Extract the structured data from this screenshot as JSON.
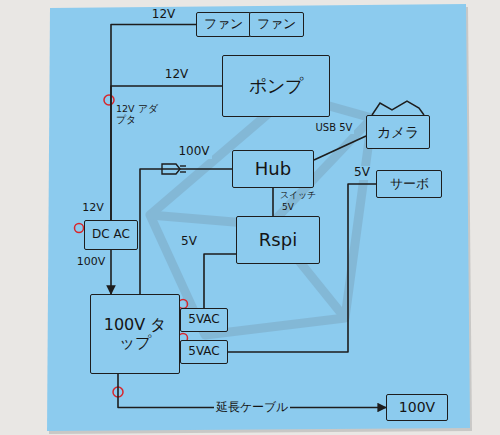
{
  "diagram": {
    "nodes": [
      {
        "text": [
          "ファン"
        ]
      },
      {
        "text": [
          "ファン"
        ]
      },
      {
        "text": [
          "ポンプ"
        ]
      },
      {
        "text": [
          "Hub"
        ]
      },
      {
        "text": [
          "カメラ"
        ]
      },
      {
        "text": [
          "サーボ"
        ]
      },
      {
        "text": [
          "Rspi"
        ]
      },
      {
        "text": [
          "DC AC"
        ]
      },
      {
        "text": [
          "100V タップ"
        ]
      },
      {
        "text": [
          "5VAC"
        ]
      },
      {
        "text": [
          "5VAC"
        ]
      },
      {
        "text": [
          "100V"
        ]
      }
    ],
    "edges": [
      {
        "from": 7,
        "to": 0,
        "arrow": "none",
        "label": "12V"
      },
      {
        "from": 7,
        "to": 2,
        "arrow": "none",
        "label": "12V"
      },
      {
        "from": 7,
        "to": 8,
        "arrow": "to"
      },
      {
        "from": 8,
        "to": 3,
        "arrow": "none",
        "label": "100V"
      },
      {
        "from": 3,
        "to": 4,
        "arrow": "none",
        "label": "USB 5V"
      },
      {
        "from": 3,
        "to": 6,
        "arrow": "none"
      },
      {
        "from": 9,
        "to": 6,
        "arrow": "none",
        "label": "5V"
      },
      {
        "from": 10,
        "to": 5,
        "arrow": "none",
        "label": "5V"
      },
      {
        "from": 8,
        "to": 11,
        "arrow": "to",
        "label": "延長ケーブル"
      }
    ],
    "labels": [
      "12V アダプタ",
      "12V",
      "100V",
      "スイッチ",
      "5V"
    ]
  }
}
